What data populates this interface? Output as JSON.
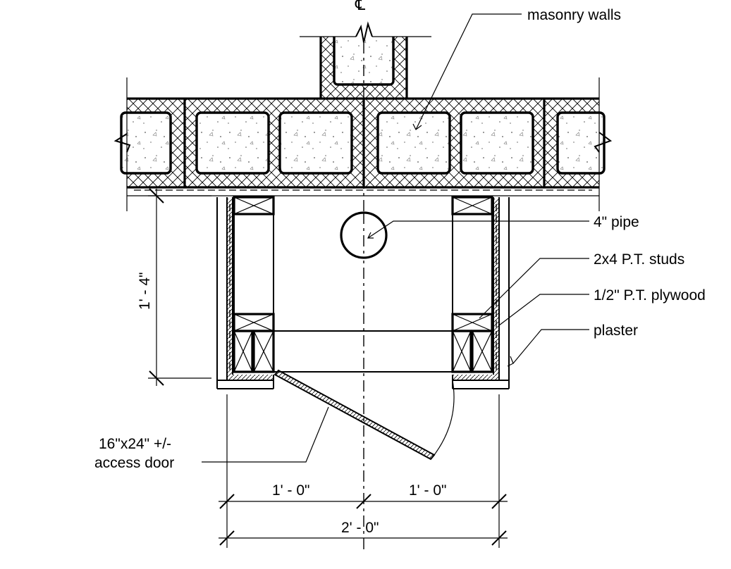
{
  "labels": {
    "centerline": "℄",
    "masonry": "masonry walls",
    "pipe": "4\" pipe",
    "studs": "2x4 P.T. studs",
    "plywood": "1/2\" P.T. plywood",
    "plaster": "plaster",
    "door_line1": "16\"x24\" +/-",
    "door_line2": "access door"
  },
  "dimensions": {
    "height": "1' - 4\"",
    "left_half": "1' - 0\"",
    "right_half": "1' - 0\"",
    "total": "2' - 0\""
  },
  "colors": {
    "line": "#000000",
    "background": "#ffffff"
  }
}
